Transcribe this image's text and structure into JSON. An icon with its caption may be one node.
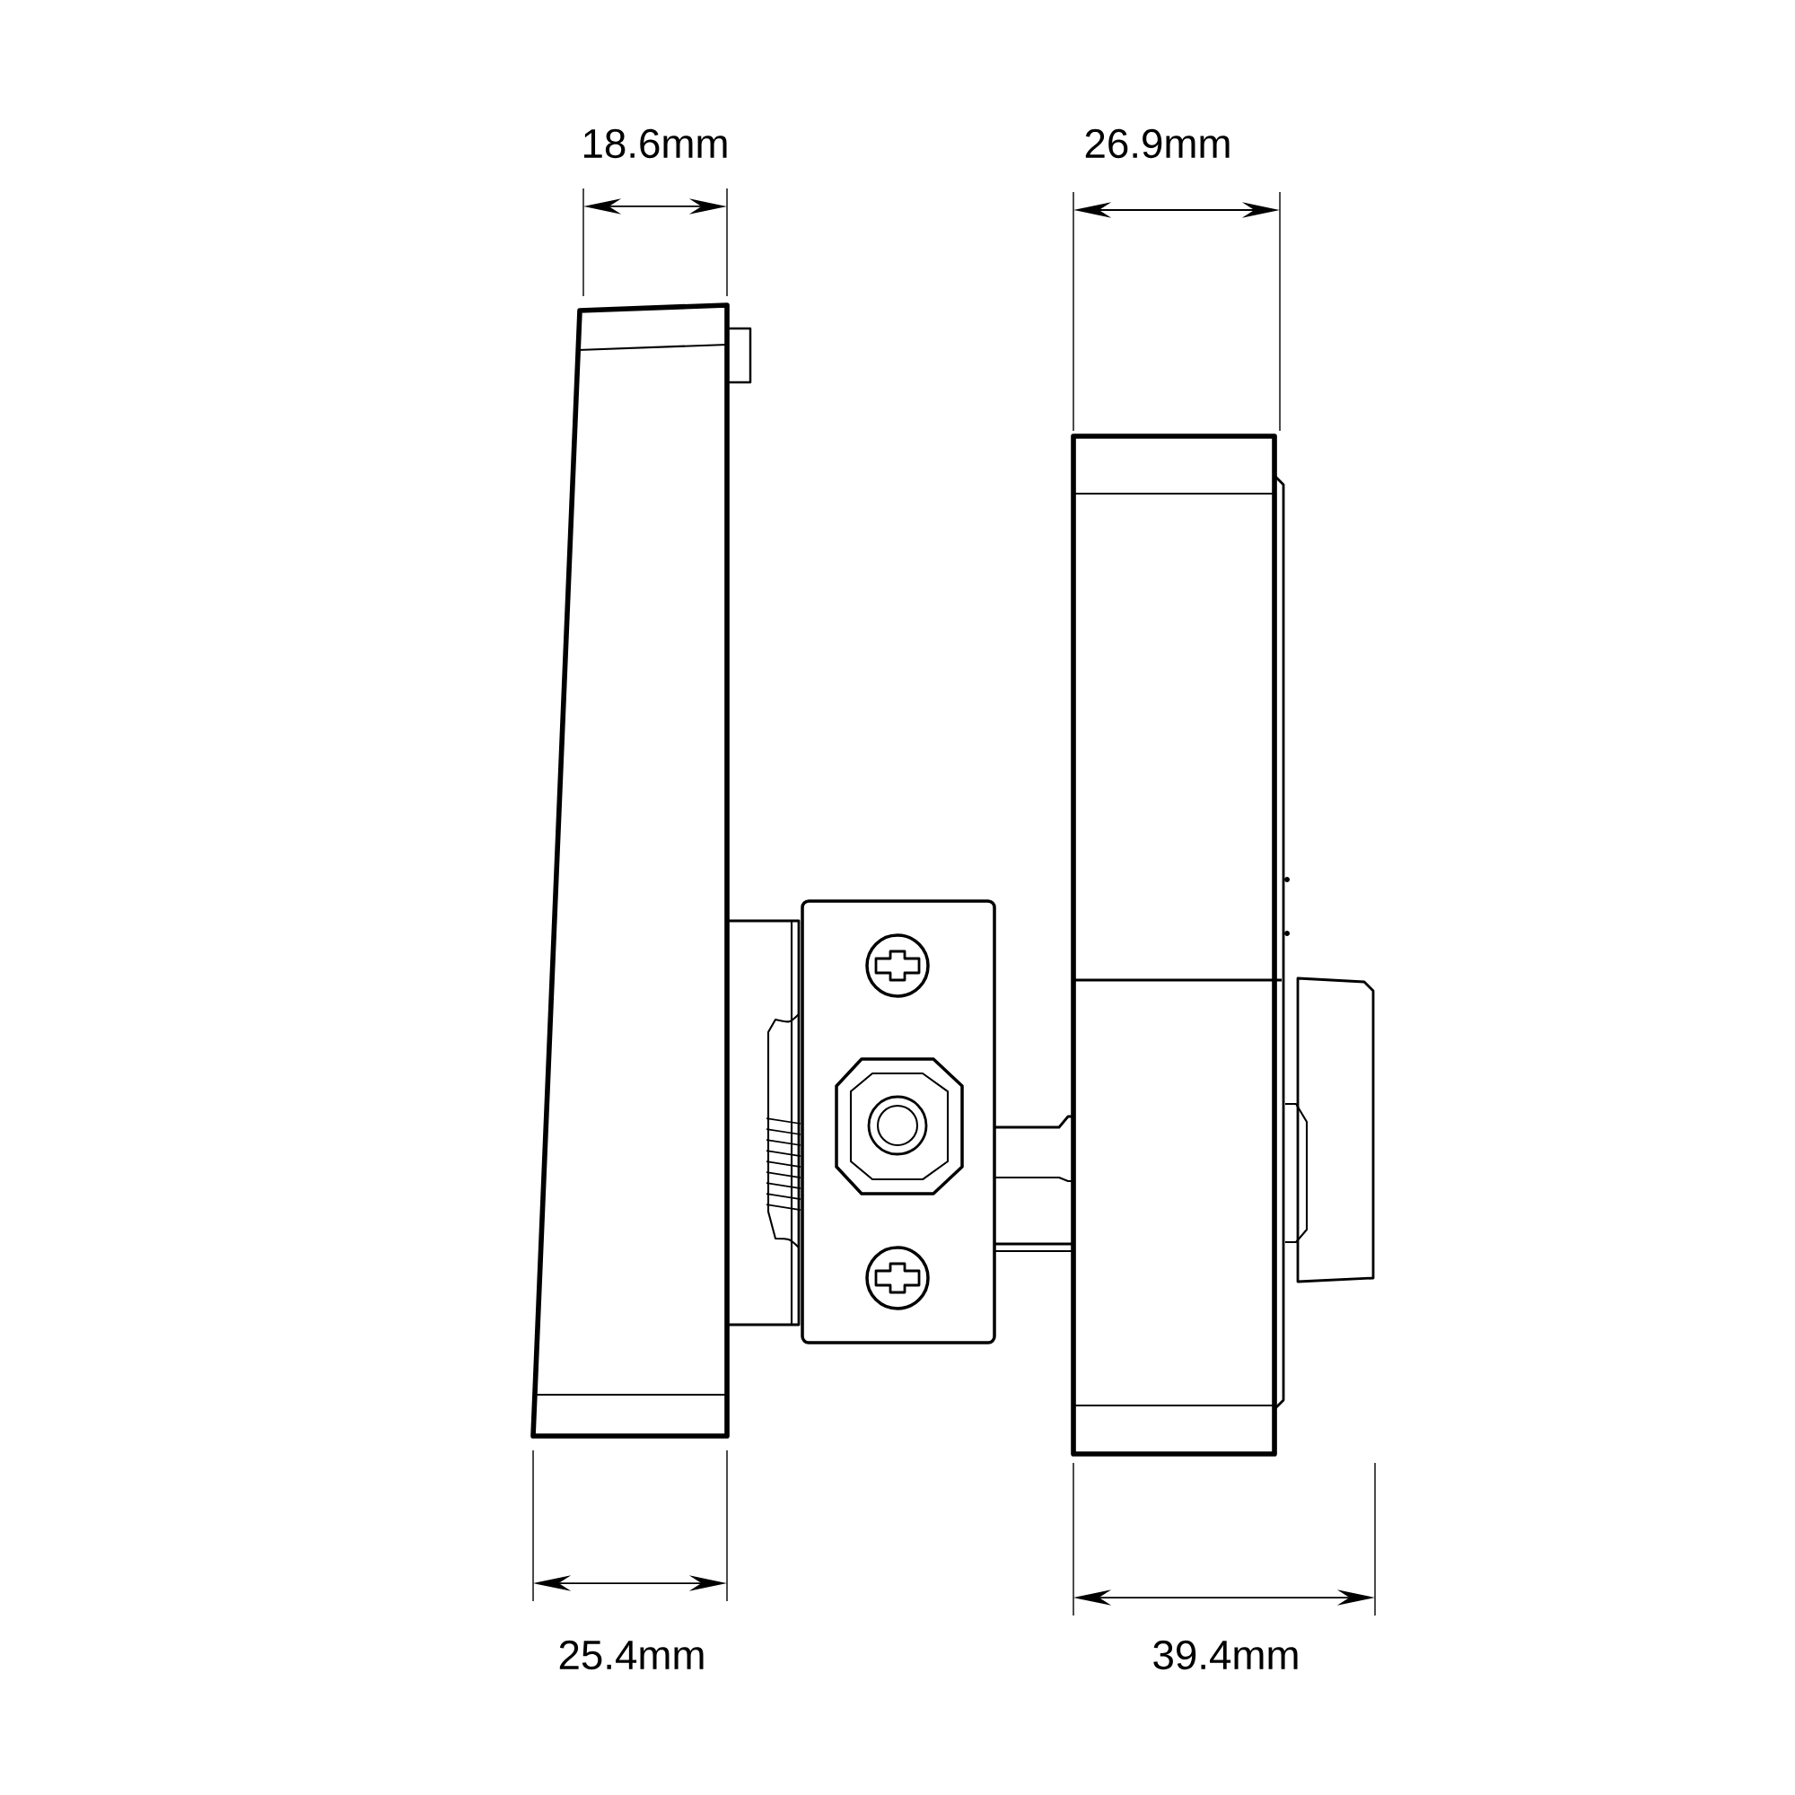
{
  "diagram": {
    "labels": [
      "18.6mm",
      "26.9mm",
      "25.4mm",
      "39.4mm"
    ]
  }
}
